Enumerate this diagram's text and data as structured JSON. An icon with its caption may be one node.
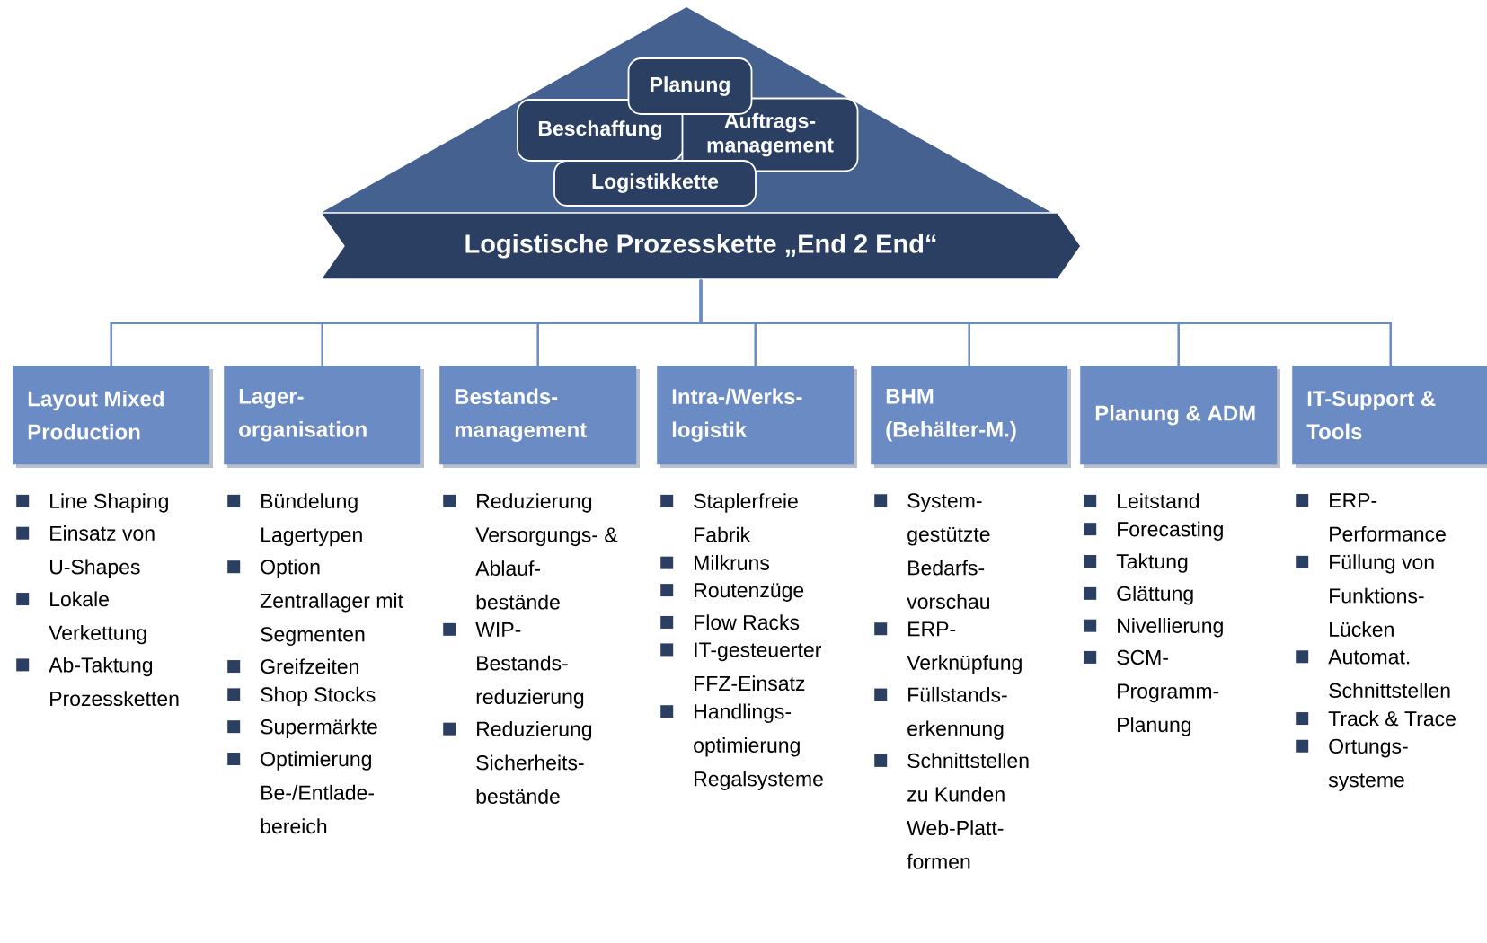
{
  "diagram": {
    "nodes": [
      {
        "text": [],
        "shape": "triangle"
      },
      {
        "text": [
          "Planung"
        ],
        "in": 0
      },
      {
        "text": [
          "Beschaffung"
        ],
        "in": 0
      },
      {
        "text": [
          "Auftrags- management"
        ],
        "in": 0
      },
      {
        "text": [
          "Logistikkette"
        ],
        "in": 0
      },
      {
        "text": [
          "Logistische Prozesskette „End 2 End“"
        ]
      },
      {
        "text": [
          "Layout Mixed Production"
        ],
        "beside": [
          "Line Shaping",
          "Einsatz von U-Shapes",
          "Lokale Verkettung",
          "Ab-Taktung Prozessketten"
        ]
      },
      {
        "text": [
          "Lager- organisation"
        ],
        "beside": [
          "Bündelung Lagertypen",
          "Option Zentrallager mit Segmenten",
          "Greifzeiten",
          "Shop Stocks",
          "Supermärkte",
          "Optimierung Be-/Entlade- bereich"
        ]
      },
      {
        "text": [
          "Bestands- management"
        ],
        "beside": [
          "Reduzierung Versorgungs- & Ablauf- bestände",
          "WIP- Bestands- reduzierung",
          "Reduzierung Sicherheits- bestände"
        ]
      },
      {
        "text": [
          "Intra-/Werks- logistik"
        ],
        "beside": [
          "Staplerfreie Fabrik",
          "Milkruns",
          "Routenzüge",
          "Flow Racks",
          "IT-gesteuerter FFZ-Einsatz",
          "Handlings- optimierung Regalsysteme"
        ]
      },
      {
        "text": [
          "BHM (Behälter-M.)"
        ],
        "beside": [
          "System- gestützte Bedarfs- vorschau",
          "ERP- Verknüpfung",
          "Füllstands- erkennung",
          "Schnittstellen zu Kunden Web-Platt- formen"
        ]
      },
      {
        "text": [
          "Planung & ADM"
        ],
        "beside": [
          "Leitstand",
          "Forecasting",
          "Taktung",
          "Glättung",
          "Nivellierung",
          "SCM- Programm- Planung"
        ]
      },
      {
        "text": [
          "IT-Support & Tools"
        ],
        "beside": [
          "ERP-Performance",
          "Füllung von Funktions- Lücken",
          "Automat. Schnittstellen",
          "Track & Trace",
          "Ortungs- systeme"
        ]
      }
    ],
    "edges": [
      {
        "from": 5,
        "to": 6,
        "arrow": "none"
      },
      {
        "from": 5,
        "to": 7,
        "arrow": "none"
      },
      {
        "from": 5,
        "to": 8,
        "arrow": "none"
      },
      {
        "from": 5,
        "to": 9,
        "arrow": "none"
      },
      {
        "from": 5,
        "to": 10,
        "arrow": "none"
      },
      {
        "from": 5,
        "to": 11,
        "arrow": "none"
      },
      {
        "from": 5,
        "to": 12,
        "arrow": "none"
      }
    ]
  }
}
